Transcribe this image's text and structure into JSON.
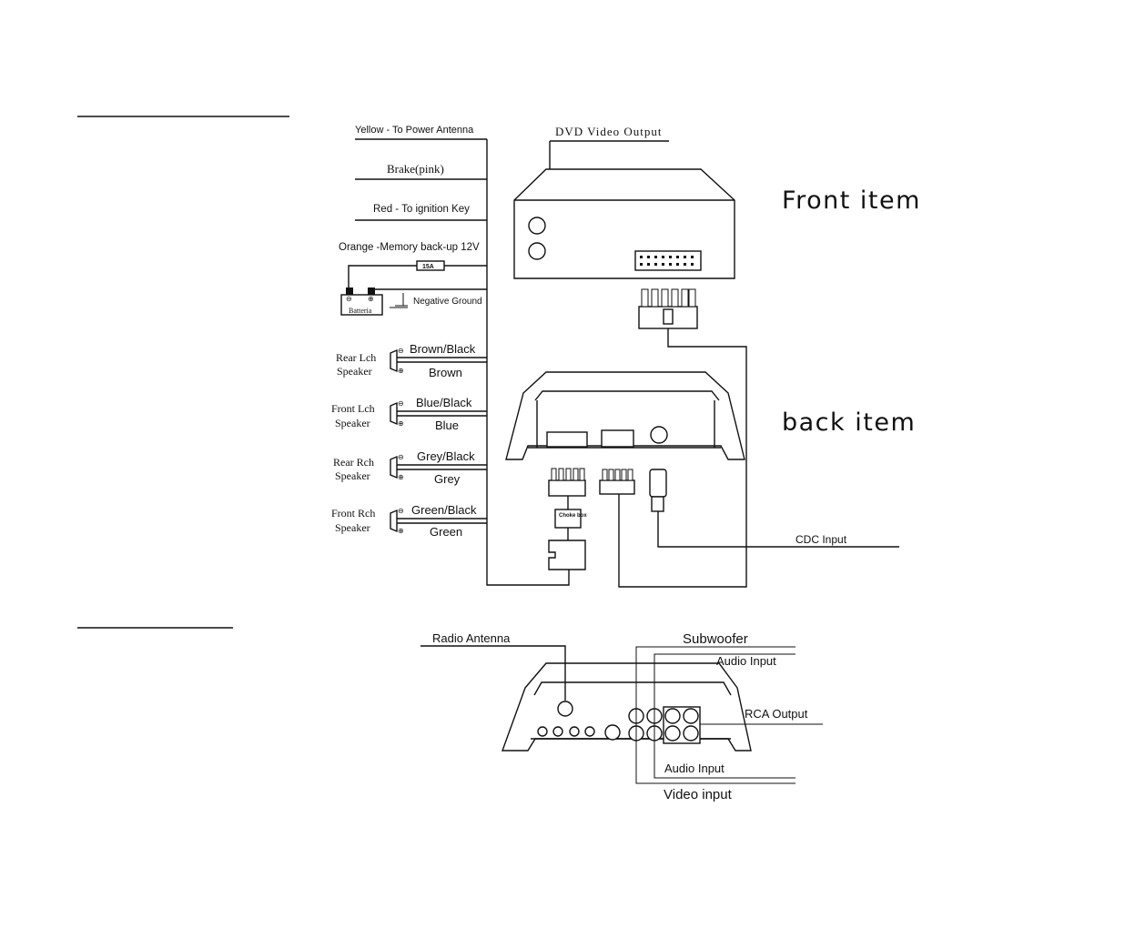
{
  "wiring": {
    "yellow": "Yellow - To Power Antenna",
    "brake": "Brake(pink)",
    "red": "Red - To ignition Key",
    "orange": "Orange -Memory back-up 12V",
    "fuse": "15A",
    "battery": "Batteria",
    "ground": "Negative Ground"
  },
  "speakers": [
    {
      "name1": "Rear Lch",
      "name2": "Speaker",
      "wire1": "Brown/Black",
      "wire2": "Brown"
    },
    {
      "name1": "Front Lch",
      "name2": "Speaker",
      "wire1": "Blue/Black",
      "wire2": "Blue"
    },
    {
      "name1": "Rear Rch",
      "name2": "Speaker",
      "wire1": "Grey/Black",
      "wire2": "Grey"
    },
    {
      "name1": "Front Rch",
      "name2": "Speaker",
      "wire1": "Green/Black",
      "wire2": "Green"
    }
  ],
  "front_unit": {
    "dvd_output": "DVD Video Output",
    "title": "Front item"
  },
  "back_unit": {
    "title": "back item",
    "choke": "Choke box",
    "cdc": "CDC Input"
  },
  "rear_panel": {
    "antenna": "Radio Antenna",
    "subwoofer": "Subwoofer",
    "audio_input_top": "Audio Input",
    "rca_output": "RCA Output",
    "audio_input_bottom": "Audio Input",
    "video_input": "Video input"
  }
}
